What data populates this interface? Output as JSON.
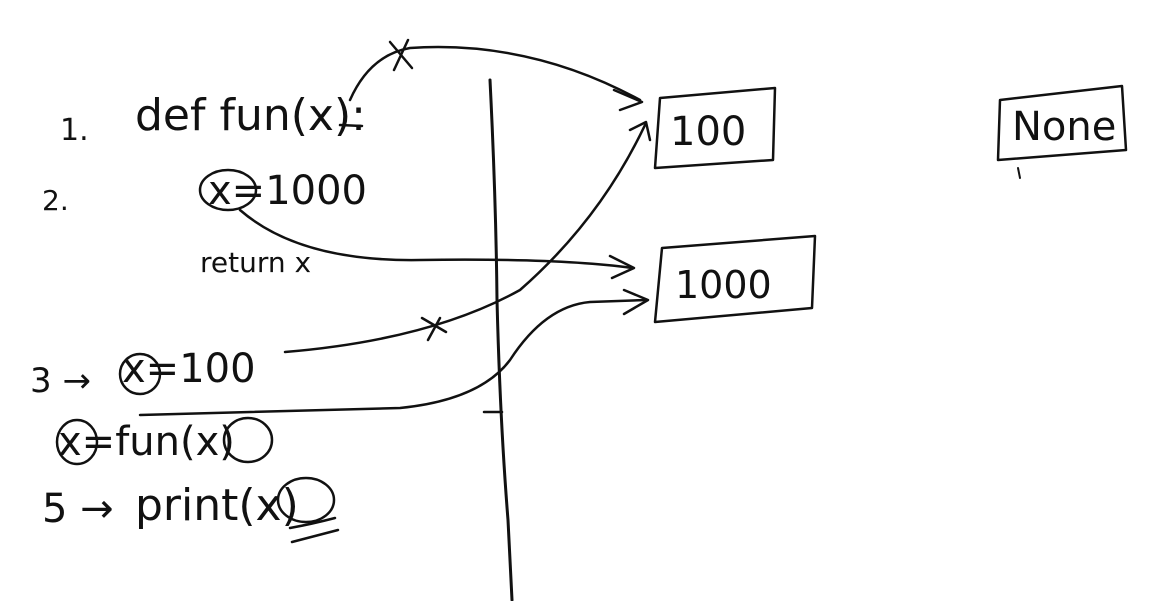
{
  "code_lines": [
    {
      "number": "1.",
      "text": "def fun(x):"
    },
    {
      "number": "2.",
      "text": "x=1000"
    },
    {
      "number": "",
      "text": "return x"
    },
    {
      "number": "3 →",
      "text": "x=100"
    },
    {
      "number": "",
      "text": "x=fun(x)"
    },
    {
      "number": "5 →",
      "text": "print(x)"
    }
  ],
  "memory_boxes": [
    {
      "value": "100"
    },
    {
      "value": "1000"
    },
    {
      "value": "None"
    }
  ],
  "ink_color": "#111111"
}
